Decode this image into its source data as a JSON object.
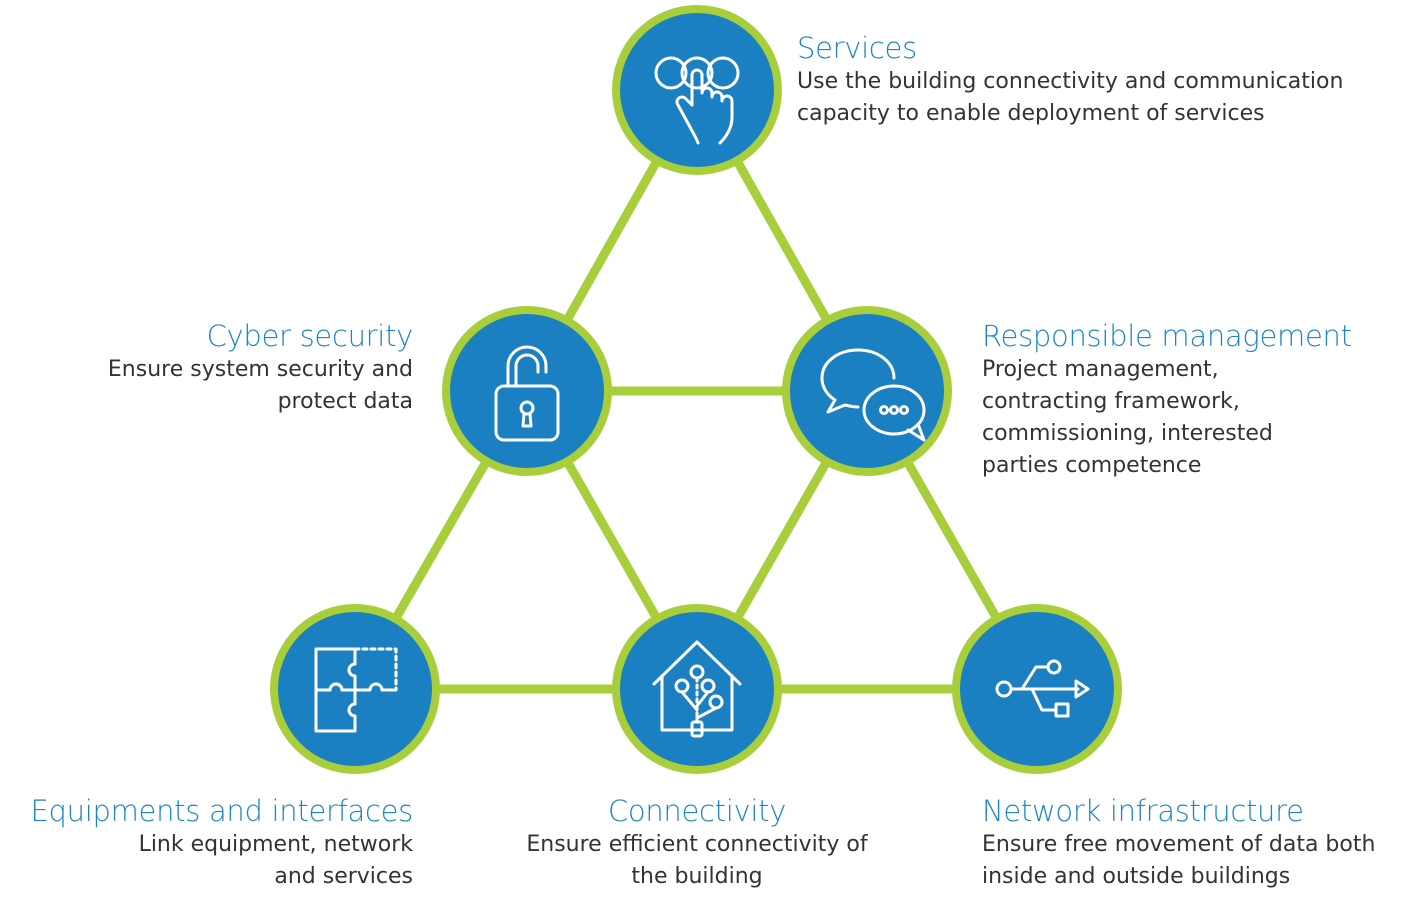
{
  "colors": {
    "node_fill": "#1a80c2",
    "ring_and_connectors": "#a8cf3b",
    "title": "#1a86c7",
    "description": "#333333"
  },
  "nodes": {
    "services": {
      "icon": "touch-hand-icon",
      "title": "Services",
      "description": "Use the building connectivity and communication capacity to enable deployment of services"
    },
    "cyber_security": {
      "icon": "open-padlock-icon",
      "title": "Cyber security",
      "description": "Ensure system security and protect data"
    },
    "responsible_management": {
      "icon": "chat-bubbles-icon",
      "title": "Responsible management",
      "description": "Project management, contracting framework, commissioning, interested parties competence"
    },
    "equipments_interfaces": {
      "icon": "puzzle-icon",
      "title": "Equipments and interfaces",
      "description": "Link equipment, network and services"
    },
    "connectivity": {
      "icon": "house-network-icon",
      "title": "Connectivity",
      "description": "Ensure efficient connectivity of the building"
    },
    "network_infrastructure": {
      "icon": "usb-icon",
      "title": "Network infrastructure",
      "description": "Ensure free movement of data both inside and outside buildings"
    }
  }
}
